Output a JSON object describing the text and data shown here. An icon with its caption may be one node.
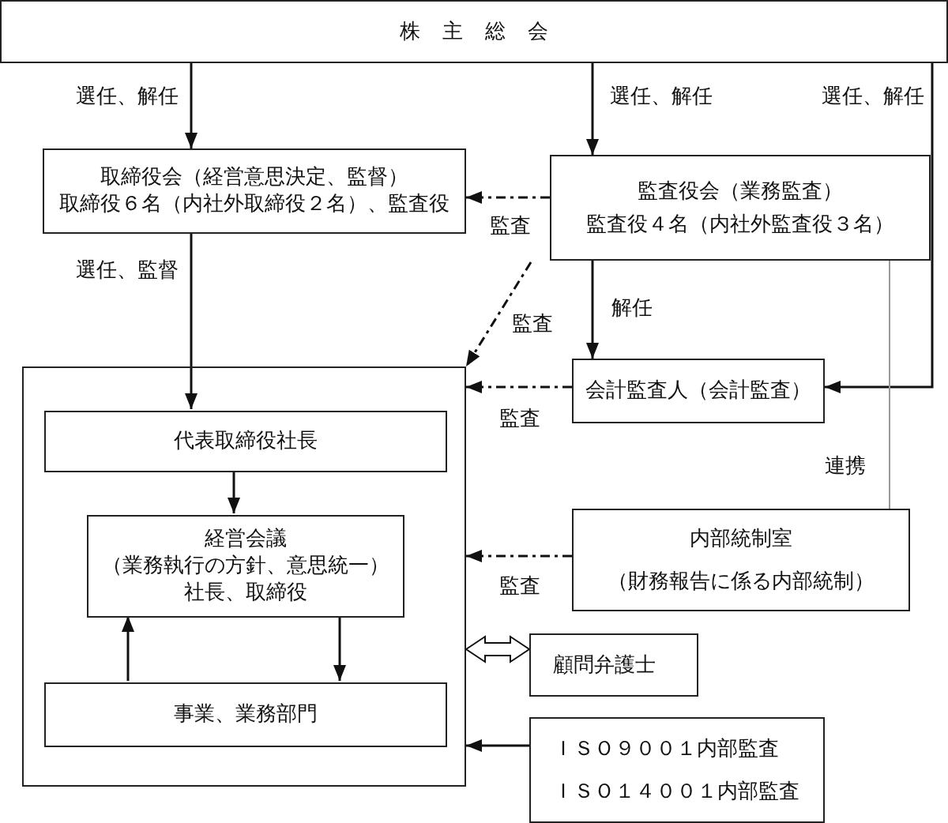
{
  "diagram": {
    "nodes": [
      {
        "text": [
          "株主総会"
        ]
      },
      {
        "text": [
          "取締役会（経営意思決定、監督）",
          "取締役６名（内社外取締役２名）、監査役"
        ]
      },
      {
        "text": [
          "監査役会（業務監査）",
          "監査役４名（内社外監査役３名）"
        ]
      },
      {
        "text": [],
        "shape": "box"
      },
      {
        "text": [
          "代表取締役社長"
        ],
        "in": 3
      },
      {
        "text": [
          "経営会議",
          "（業務執行の方針、意思統一）",
          "社長、取締役"
        ],
        "in": 3
      },
      {
        "text": [
          "事業、業務部門"
        ],
        "in": 3
      },
      {
        "text": [
          "会計監査人（会計監査）"
        ]
      },
      {
        "text": [
          "内部統制室",
          "（財務報告に係る内部統制）"
        ]
      },
      {
        "text": [
          "顧問弁護士"
        ]
      },
      {
        "text": [
          "ＩＳＯ９００１内部監査",
          "ＩＳＯ１４００１内部監査"
        ]
      }
    ],
    "edges": [
      {
        "from": 0,
        "to": 1,
        "arrow": "to",
        "label": "選任、解任"
      },
      {
        "from": 0,
        "to": 2,
        "arrow": "to",
        "label": "選任、解任"
      },
      {
        "from": 0,
        "to": 7,
        "arrow": "to",
        "label": "選任、解任"
      },
      {
        "from": 2,
        "to": 1,
        "arrow": "to",
        "label": "監査",
        "style": "dashed"
      },
      {
        "from": 2,
        "to": 3,
        "arrow": "to",
        "label": "監査",
        "style": "dashed"
      },
      {
        "from": 1,
        "to": 4,
        "arrow": "to",
        "label": "選任、監督"
      },
      {
        "from": 2,
        "to": 7,
        "arrow": "to",
        "label": "解任"
      },
      {
        "from": 7,
        "to": 3,
        "arrow": "to",
        "label": "監査",
        "style": "dashed"
      },
      {
        "from": 8,
        "to": 3,
        "arrow": "to",
        "label": "監査",
        "style": "dashed"
      },
      {
        "from": 2,
        "to": 8,
        "arrow": "none",
        "label": "連携",
        "color": "#999999"
      },
      {
        "from": 4,
        "to": 5,
        "arrow": "to"
      },
      {
        "from": 5,
        "to": 6,
        "arrow": "to"
      },
      {
        "from": 6,
        "to": 5,
        "arrow": "to"
      },
      {
        "from": 9,
        "to": 3,
        "arrow": "both",
        "style": "thick"
      },
      {
        "from": 10,
        "to": 3,
        "arrow": "to"
      }
    ]
  }
}
